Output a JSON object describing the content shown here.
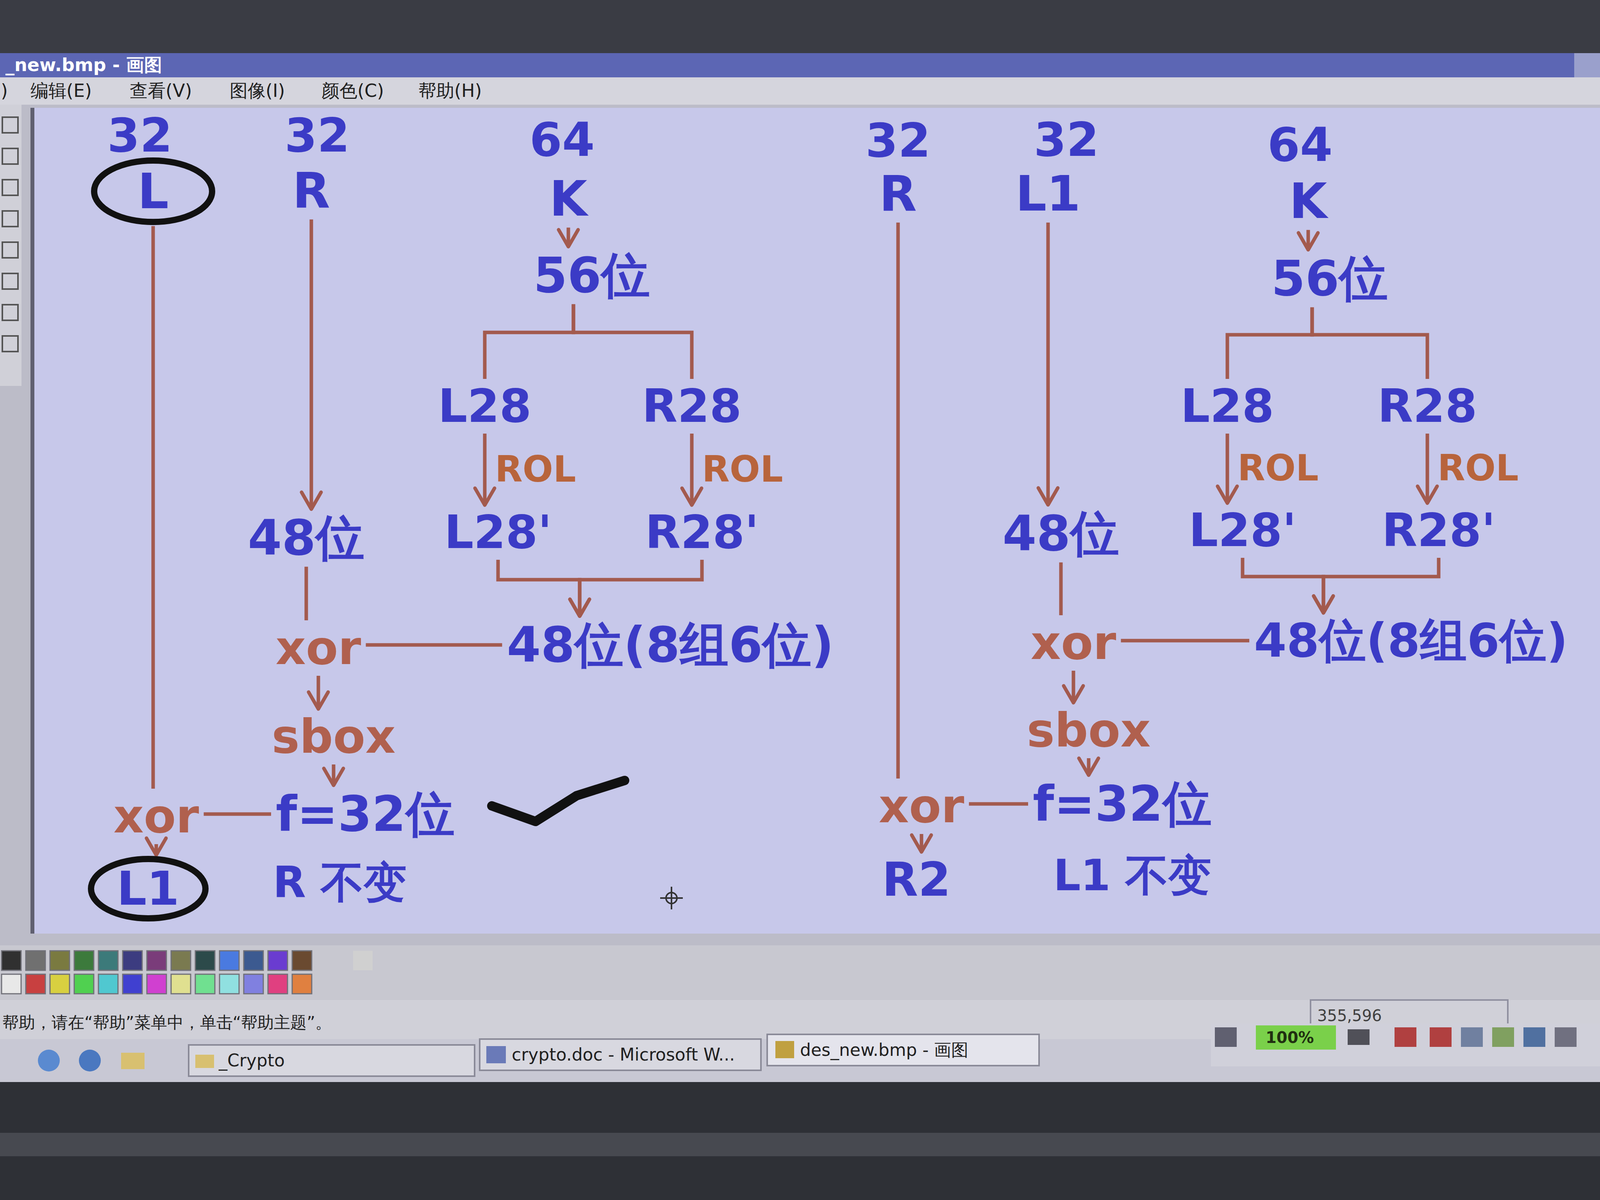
{
  "diagram": {
    "nodes": [
      {
        "text": [
          "L"
        ]
      },
      {
        "text": [
          "R"
        ]
      },
      {
        "text": [
          "K"
        ]
      },
      {
        "text": [
          "56位"
        ]
      },
      {
        "text": [
          "L28"
        ]
      },
      {
        "text": [
          "R28"
        ]
      },
      {
        "text": [
          "L28'"
        ]
      },
      {
        "text": [
          "R28'"
        ]
      },
      {
        "text": [
          "48位"
        ]
      },
      {
        "text": [
          "xor"
        ]
      },
      {
        "text": [
          "48位(8组6位)"
        ]
      },
      {
        "text": [
          "sbox"
        ]
      },
      {
        "text": [
          "xor"
        ]
      },
      {
        "text": [
          "f=32位"
        ]
      },
      {
        "text": [
          "L1"
        ]
      },
      {
        "text": [
          "R"
        ]
      },
      {
        "text": [
          "L1"
        ]
      },
      {
        "text": [
          "K"
        ]
      },
      {
        "text": [
          "56位"
        ]
      },
      {
        "text": [
          "L28"
        ]
      },
      {
        "text": [
          "R28"
        ]
      },
      {
        "text": [
          "L28'"
        ]
      },
      {
        "text": [
          "R28'"
        ]
      },
      {
        "text": [
          "48位"
        ]
      },
      {
        "text": [
          "xor"
        ]
      },
      {
        "text": [
          "48位(8组6位)"
        ]
      },
      {
        "text": [
          "sbox"
        ]
      },
      {
        "text": [
          "xor"
        ]
      },
      {
        "text": [
          "f=32位"
        ]
      },
      {
        "text": [
          "R2"
        ]
      }
    ],
    "edges": [
      {
        "from": 0,
        "to": 12,
        "arrow": "none"
      },
      {
        "from": 1,
        "to": 8,
        "arrow": "to"
      },
      {
        "from": 2,
        "to": 3,
        "arrow": "to"
      },
      {
        "from": 3,
        "to": 4,
        "arrow": "none"
      },
      {
        "from": 3,
        "to": 5,
        "arrow": "none"
      },
      {
        "from": 4,
        "to": 6,
        "label": "ROL",
        "arrow": "to"
      },
      {
        "from": 5,
        "to": 7,
        "label": "ROL",
        "arrow": "to"
      },
      {
        "from": 6,
        "to": 10,
        "arrow": "to"
      },
      {
        "from": 7,
        "to": 10,
        "arrow": "to"
      },
      {
        "from": 8,
        "to": 9,
        "arrow": "none"
      },
      {
        "from": 10,
        "to": 9,
        "arrow": "none"
      },
      {
        "from": 9,
        "to": 11,
        "arrow": "to"
      },
      {
        "from": 11,
        "to": 13,
        "arrow": "to"
      },
      {
        "from": 13,
        "to": 12,
        "arrow": "none"
      },
      {
        "from": 12,
        "to": 14,
        "arrow": "to"
      },
      {
        "from": 15,
        "to": 27,
        "arrow": "none"
      },
      {
        "from": 16,
        "to": 23,
        "arrow": "to"
      },
      {
        "from": 17,
        "to": 18,
        "arrow": "to"
      },
      {
        "from": 18,
        "to": 19,
        "arrow": "none"
      },
      {
        "from": 18,
        "to": 20,
        "arrow": "none"
      },
      {
        "from": 19,
        "to": 21,
        "label": "ROL",
        "arrow": "to"
      },
      {
        "from": 20,
        "to": 22,
        "label": "ROL",
        "arrow": "to"
      },
      {
        "from": 21,
        "to": 25,
        "arrow": "to"
      },
      {
        "from": 22,
        "to": 25,
        "arrow": "to"
      },
      {
        "from": 23,
        "to": 24,
        "arrow": "none"
      },
      {
        "from": 25,
        "to": 24,
        "arrow": "none"
      },
      {
        "from": 24,
        "to": 26,
        "arrow": "to"
      },
      {
        "from": 26,
        "to": 28,
        "arrow": "to"
      },
      {
        "from": 28,
        "to": 27,
        "arrow": "none"
      },
      {
        "from": 27,
        "to": 29,
        "arrow": "to"
      }
    ],
    "labels": [
      "_new.bmp - 画图",
      ")",
      "编辑(E)",
      "查看(V)",
      "图像(I)",
      "颜色(C)",
      "帮助(H)",
      "32",
      "32",
      "64",
      "32",
      "32",
      "64",
      "R 不变",
      "L1 不变",
      "帮助，请在“帮助”菜单中，单击“帮助主题”。",
      "355,596",
      "_Crypto",
      "crypto.doc - Microsoft W...",
      "des_new.bmp - 画图",
      "100%"
    ]
  }
}
